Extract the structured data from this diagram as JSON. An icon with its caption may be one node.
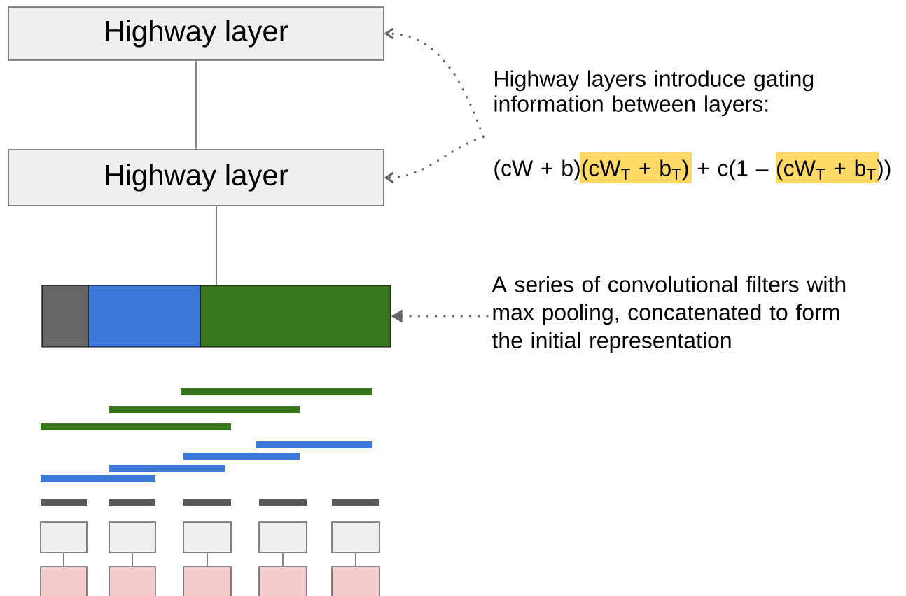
{
  "diagram": {
    "nodes": [
      {
        "text": [
          "Highway layer"
        ]
      },
      {
        "text": [
          "Highway layer"
        ]
      },
      {
        "text": [
          "Highway layers introduce gating information between layers:",
          "(cW + b)(cW$_{T}$ + b$_{T}$)  + c(1 – (cW$_{T}$ + b$_{T}$))"
        ]
      },
      {
        "text": [],
        "shape": "bar"
      },
      {
        "text": [
          "A series of convolutional filters with max pooling, concatenated to form the initial representation"
        ]
      },
      {
        "text": [],
        "shape": "box"
      },
      {
        "text": [],
        "shape": "box"
      },
      {
        "text": [],
        "shape": "box"
      },
      {
        "text": [],
        "shape": "box"
      },
      {
        "text": [],
        "shape": "box"
      },
      {
        "text": [],
        "shape": "box"
      },
      {
        "text": [],
        "shape": "box"
      },
      {
        "text": [],
        "shape": "box"
      },
      {
        "text": [],
        "shape": "box"
      },
      {
        "text": [],
        "shape": "box"
      }
    ],
    "edges": [
      {
        "from": 0,
        "to": 1,
        "arrow": "none"
      },
      {
        "from": 1,
        "to": 3,
        "arrow": "none"
      },
      {
        "from": 2,
        "to": 0,
        "arrow": "to",
        "style": "dashed"
      },
      {
        "from": 2,
        "to": 1,
        "arrow": "to",
        "style": "dashed"
      },
      {
        "from": 4,
        "to": 3,
        "arrow": "to",
        "style": "dashed"
      },
      {
        "from": 5,
        "to": 10,
        "arrow": "none"
      },
      {
        "from": 6,
        "to": 11,
        "arrow": "none"
      },
      {
        "from": 7,
        "to": 12,
        "arrow": "none"
      },
      {
        "from": 8,
        "to": 13,
        "arrow": "none"
      },
      {
        "from": 9,
        "to": 14,
        "arrow": "none"
      }
    ]
  }
}
